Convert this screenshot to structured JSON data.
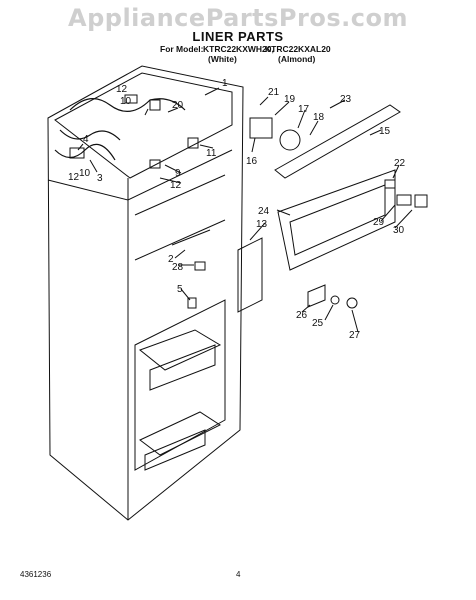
{
  "watermark": "AppliancePartsPros.com",
  "header": {
    "title": "LINER PARTS",
    "model_line_prefix": "For Model:",
    "model_a": "KTRC22KXWH20,",
    "model_b": "KTRC22KXAL20",
    "variant_a": "(White)",
    "variant_b": "(Almond)"
  },
  "callouts": [
    "1",
    "21",
    "19",
    "12",
    "10",
    "20",
    "23",
    "17",
    "18",
    "15",
    "4",
    "11",
    "16",
    "3",
    "10",
    "12",
    "9",
    "12",
    "22",
    "24",
    "13",
    "29",
    "30",
    "2",
    "28",
    "5",
    "26",
    "25",
    "27"
  ],
  "footer": {
    "doc_number": "4361236",
    "page_number": "4"
  }
}
